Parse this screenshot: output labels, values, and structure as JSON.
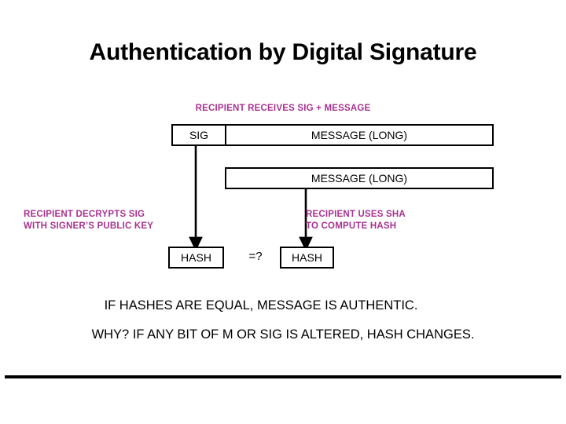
{
  "slide": {
    "title": "Authentication by Digital Signature",
    "annotations": {
      "top": "RECIPIENT RECEIVES SIG + MESSAGE",
      "left_line1": "RECIPIENT DECRYPTS SIG",
      "left_line2": "WITH SIGNER’S PUBLIC KEY",
      "right_line1": "RECIPIENT USES SHA",
      "right_line2": "TO COMPUTE HASH"
    },
    "boxes": {
      "sig": "SIG",
      "message_top": "MESSAGE (LONG)",
      "message_middle": "MESSAGE (LONG)",
      "hash_left": "HASH",
      "hash_right": "HASH"
    },
    "comparison_operator": "=?",
    "conclusion": {
      "line1": "IF HASHES ARE EQUAL, MESSAGE IS AUTHENTIC.",
      "line2": "WHY?  IF ANY BIT OF M OR SIG IS ALTERED, HASH CHANGES."
    },
    "colors": {
      "annotation_magenta": "#A8328F",
      "stroke_black": "#000000",
      "background_white": "#FFFFFF"
    },
    "icons": {
      "arrow_sig_to_hash": "down-arrow-icon",
      "arrow_message_to_hash": "down-arrow-icon"
    }
  }
}
